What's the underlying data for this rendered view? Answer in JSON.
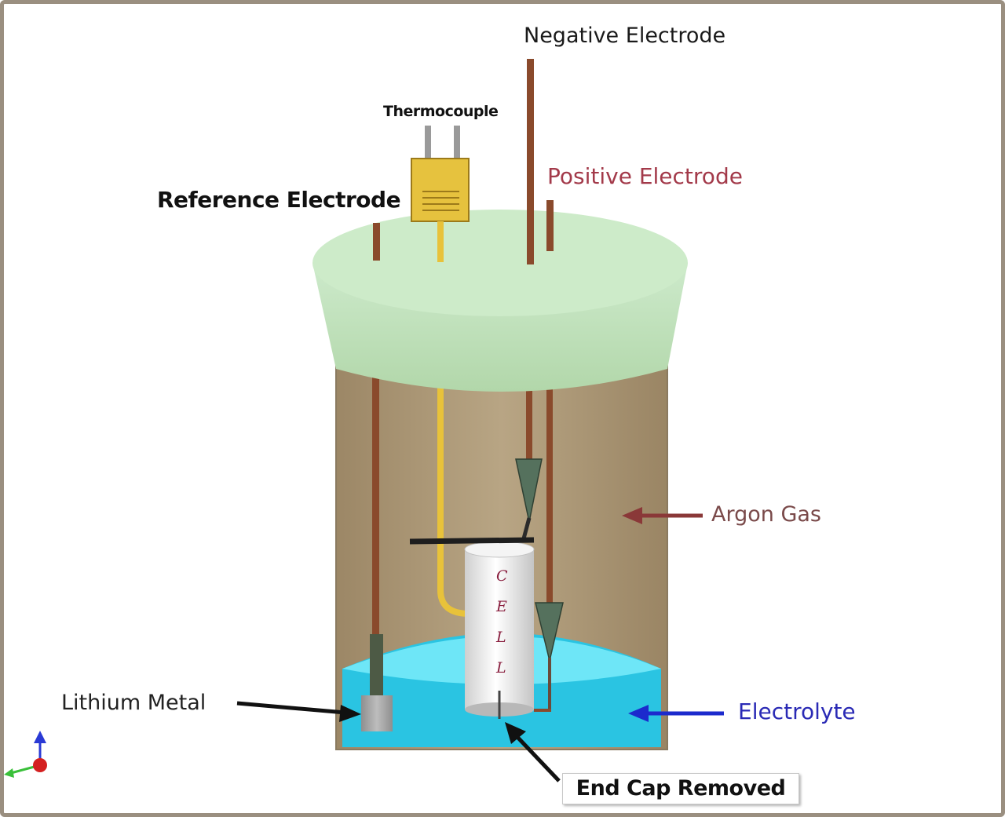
{
  "labels": {
    "negative_electrode": "Negative Electrode",
    "thermocouple": "Thermocouple",
    "positive_electrode": "Positive Electrode",
    "reference_electrode": "Reference Electrode",
    "argon_gas": "Argon Gas",
    "lithium_metal": "Lithium Metal",
    "electrolyte": "Electrolyte",
    "end_cap_removed": "End Cap Removed"
  },
  "cell_text": [
    "C",
    "E",
    "L",
    "L"
  ],
  "colors": {
    "lid": "#c9e6c4",
    "container": "#b09c7a",
    "electrolyte": "#3fd2ec",
    "electrode_rod": "#8a4a2c",
    "thermocouple": "#e8c23a",
    "argon_arrow": "#8a3838",
    "electrolyte_arrow": "#1c2acd"
  }
}
